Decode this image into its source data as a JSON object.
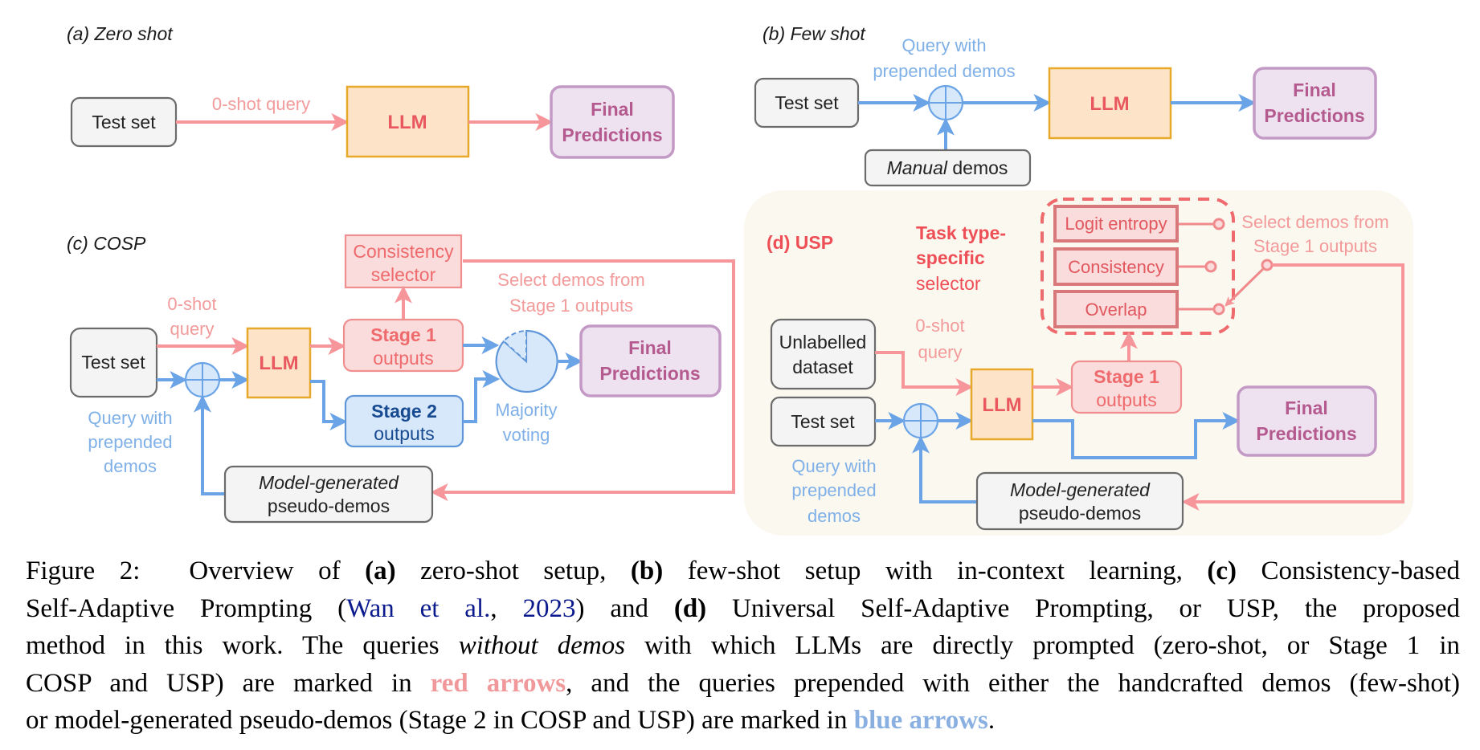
{
  "panels": {
    "a": {
      "title": "(a) Zero shot",
      "test_set": "Test set",
      "query_label": "0-shot query",
      "llm": "LLM",
      "final": [
        "Final",
        "Predictions"
      ]
    },
    "b": {
      "title": "(b) Few shot",
      "test_set": "Test set",
      "query_label": [
        "Query with",
        "prepended demos"
      ],
      "llm": "LLM",
      "final": [
        "Final",
        "Predictions"
      ],
      "manual_demos_italic": "Manual",
      "manual_demos_rest": " demos"
    },
    "c": {
      "title": "(c) COSP",
      "test_set": "Test set",
      "query_label": [
        "0-shot",
        "query"
      ],
      "llm": "LLM",
      "consistency_selector": [
        "Consistency",
        "selector"
      ],
      "stage1": [
        "Stage 1",
        "outputs"
      ],
      "stage2": [
        "Stage 2",
        "outputs"
      ],
      "select_note": [
        "Select demos from",
        "Stage 1 outputs"
      ],
      "majority_voting": [
        "Majority",
        "voting"
      ],
      "final": [
        "Final",
        "Predictions"
      ],
      "prepended_label": [
        "Query with",
        "prepended",
        "demos"
      ],
      "pseudo_demos": [
        "Model-generated",
        "pseudo-demos"
      ]
    },
    "d": {
      "title": "(d) USP",
      "task_selector": [
        "Task type-",
        "specific",
        "selector"
      ],
      "selectors": [
        "Logit entropy",
        "Consistency",
        "Overlap"
      ],
      "select_note": [
        "Select demos from",
        "Stage 1 outputs"
      ],
      "unlabelled": [
        "Unlabelled",
        "dataset"
      ],
      "test_set": "Test set",
      "query_label": [
        "0-shot",
        "query"
      ],
      "llm": "LLM",
      "stage1": [
        "Stage 1",
        "outputs"
      ],
      "final": [
        "Final",
        "Predictions"
      ],
      "prepended_label": [
        "Query with",
        "prepended",
        "demos"
      ],
      "pseudo_demos": [
        "Model-generated",
        "pseudo-demos"
      ]
    }
  },
  "caption": {
    "l1": {
      "a": "Figure 2:  Overview of ",
      "b": "(a)",
      "c": " zero-shot setup, ",
      "d": "(b)",
      "e": " few-shot setup with in-context learning, ",
      "f": "(c)",
      "g": " Consistency-based"
    },
    "l2": {
      "a": "Self-Adaptive Prompting (",
      "cite1": "Wan et al.",
      "b": ", ",
      "cite2": "2023",
      "c": ") and ",
      "d": "(d)",
      "e": " Universal Self-Adaptive Prompting, or USP, the proposed"
    },
    "l3": {
      "a": "method in this work. The queries ",
      "b": "without demos",
      "c": " with which LLMs are directly prompted (zero-shot, or Stage 1 in"
    },
    "l4": {
      "a": "COSP and USP) are marked in ",
      "b": "red arrows",
      "c": ", and the queries prepended with either the handcrafted demos (few-shot)"
    },
    "l5": {
      "a": "or model-generated pseudo-demos (Stage 2 in COSP and USP) are marked in ",
      "b": "blue arrows",
      "c": "."
    }
  },
  "colors": {
    "red_arrow": "#f6959a",
    "blue_arrow": "#6aa4e6",
    "llm_fill": "#fde3c8",
    "final_fill": "#eee2f0",
    "usp_background": "#fbf8f0",
    "citation": "#0b1a8c"
  }
}
